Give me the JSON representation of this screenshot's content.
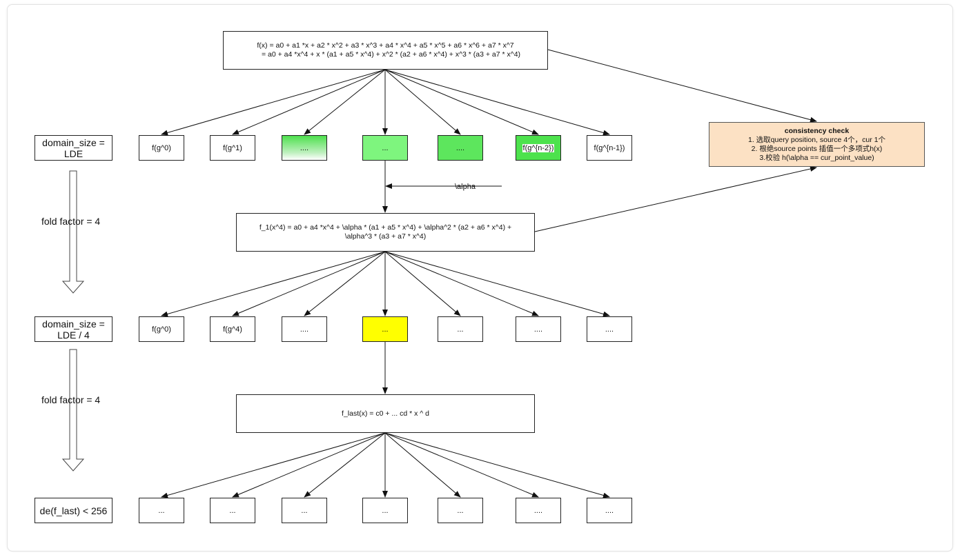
{
  "top_formula": {
    "line1": "f(x) = a0 + a1 *x + a2 * x^2 + a3 * x^3 + a4 * x^4 + a5 * x^5 + a6 * x^6 + a7 * x^7",
    "line2": "= a0 + a4 *x^4 + x * (a1  + a5 * x^4) + x^2 * (a2  + a6 * x^4) + x^3 * (a3 + a7 * x^4)"
  },
  "level1": {
    "label_line1": "domain_size =",
    "label_line2": "LDE",
    "nodes": [
      "f(g^0)",
      "f(g^1)",
      "....",
      "...",
      "....",
      "f(g^{n-2})",
      "f(g^{n-1})"
    ]
  },
  "alpha_label": "\\alpha",
  "fold1": "fold factor = 4",
  "f1_formula": {
    "line1": "f_1(x^4) = a0 + a4 *x^4 + \\alpha * (a1  + a5 * x^4) + \\alpha^2 * (a2  + a6 * x^4) +",
    "line2": "\\alpha^3 * (a3 + a7 * x^4)"
  },
  "level2": {
    "label_line1": "domain_size =",
    "label_line2": "LDE / 4",
    "nodes": [
      "f(g^0)",
      "f(g^4)",
      "....",
      "...",
      "...",
      "....",
      "...."
    ]
  },
  "fold2": "fold factor = 4",
  "flast_formula": "f_last(x) = c0 + ... cd * x ^ d",
  "level3": {
    "label": "de(f_last) < 256",
    "nodes": [
      "...",
      "...",
      "...",
      "...",
      "...",
      "....",
      "...."
    ]
  },
  "consistency": {
    "title": "consistency check",
    "line1": "1. 选取query position, source 4个，cur 1个",
    "line2": "2. 根绝source points 插值一个多项式h(x)",
    "line3": "3.校验 h(\\alpha == cur_point_value)"
  },
  "colors": {
    "grad_green": "#4de04d",
    "light_green": "#7ef57e",
    "green": "#5de65d",
    "yellow": "#ffff00",
    "peach": "#fce1c4"
  }
}
